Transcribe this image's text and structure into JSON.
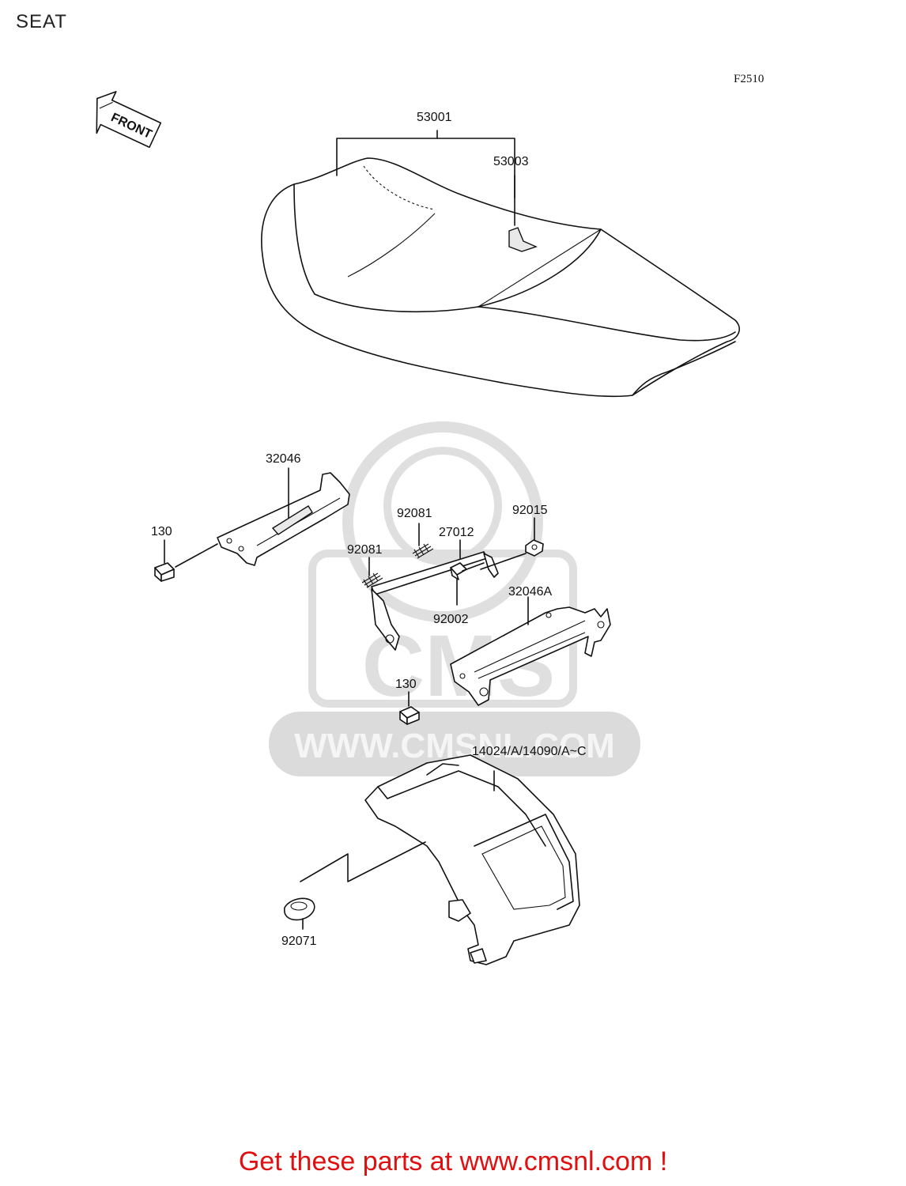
{
  "page": {
    "title": "SEAT",
    "diagram_code": "F2510",
    "front_arrow_text": "FRONT",
    "watermark_text": "WWW.CMSNL.COM",
    "watermark_logo_text": "CMS",
    "footer_text": "Get these parts at www.cmsnl.com !"
  },
  "parts": [
    {
      "number": "53001"
    },
    {
      "number": "53003"
    },
    {
      "number": "32046"
    },
    {
      "number": "130"
    },
    {
      "number": "92081"
    },
    {
      "number": "27012"
    },
    {
      "number": "92015"
    },
    {
      "number": "92081"
    },
    {
      "number": "92002"
    },
    {
      "number": "32046A"
    },
    {
      "number": "130"
    },
    {
      "number": "14024/A/14090/A~C"
    },
    {
      "number": "92071"
    }
  ]
}
